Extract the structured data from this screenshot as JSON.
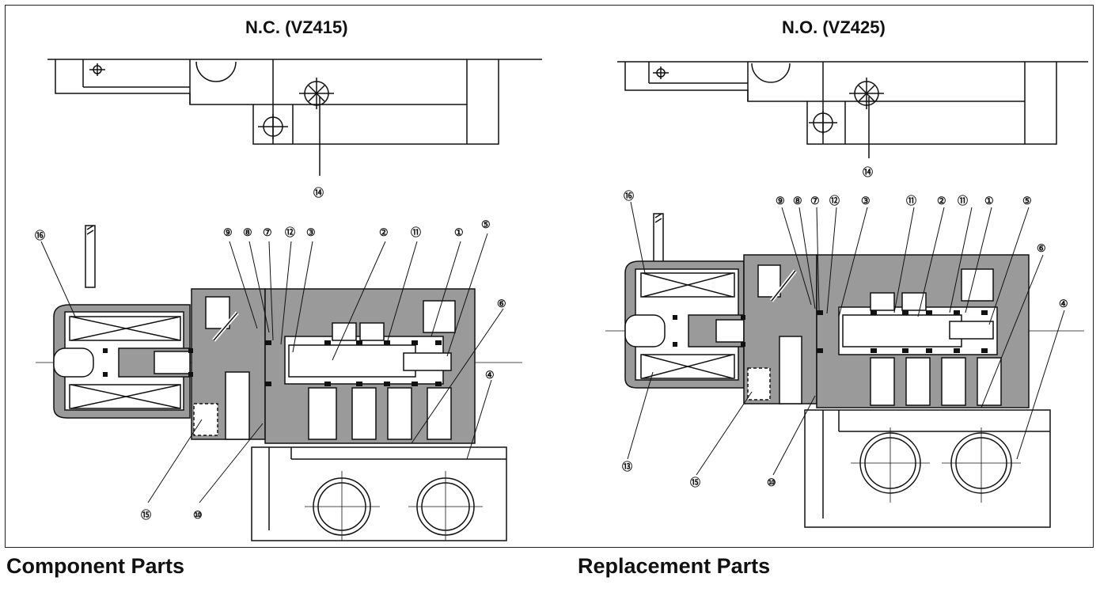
{
  "titles": {
    "nc": "N.C. (VZ415)",
    "no": "N.O. (VZ425)"
  },
  "sections": {
    "component": "Component Parts",
    "replacement": "Replacement Parts"
  },
  "nc_labels": [
    "⑯",
    "⑨",
    "⑧",
    "⑦",
    "⑫",
    "③",
    "②",
    "⑪",
    "①",
    "⑤",
    "⑥",
    "④",
    "⑭",
    "⑮",
    "⑩"
  ],
  "no_labels": [
    "⑯",
    "⑨",
    "⑧",
    "⑦",
    "⑫",
    "③",
    "⑪",
    "②",
    "⑪",
    "①",
    "⑤",
    "⑥",
    "④",
    "⑭",
    "⑬",
    "⑮",
    "⑩"
  ]
}
